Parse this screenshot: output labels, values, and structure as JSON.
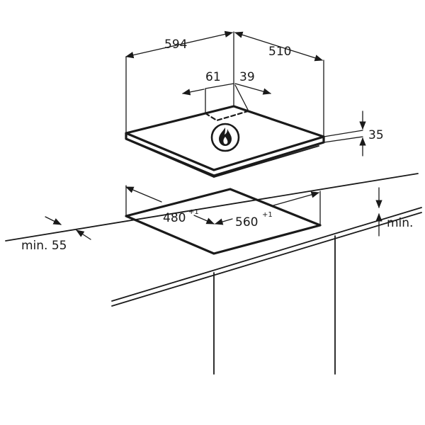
{
  "dimensions": {
    "width": "594",
    "depth": "510",
    "gas_offset_left": "61",
    "gas_offset_right": "39",
    "height": "35",
    "cutout_depth": "480",
    "cutout_depth_tol": "+1",
    "cutout_width": "560",
    "cutout_width_tol": "+1",
    "min_front": "min. 55",
    "min_right": "min."
  },
  "icons": {
    "gas": "gas-flame-icon"
  }
}
